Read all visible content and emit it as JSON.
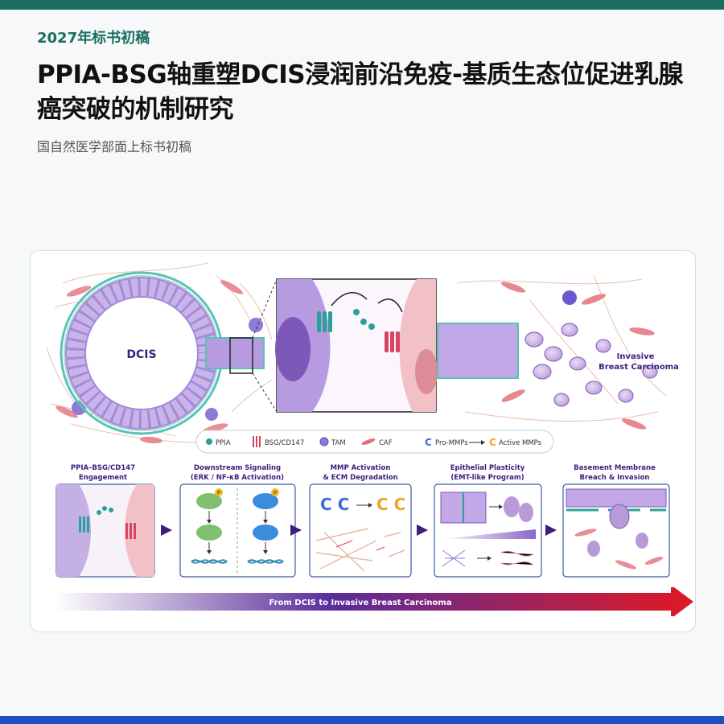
{
  "header": {
    "kicker": "2027年标书初稿",
    "title": "PPIA-BSG轴重塑DCIS浸润前沿免疫-基质生态位促进乳腺癌突破的机制研究",
    "subtitle": "国自然医学部面上标书初稿"
  },
  "figure": {
    "duct_label": "DCIS",
    "invasive_label_line1": "Invasive",
    "invasive_label_line2": "Breast Carcinoma",
    "legend": [
      {
        "label": "PPIA",
        "icon": "ppia-dot-icon",
        "color": "#2aa198"
      },
      {
        "label": "BSG/CD147",
        "icon": "receptor-icon",
        "color": "#d9455f"
      },
      {
        "label": "TAM",
        "icon": "tam-cell-icon",
        "color": "#6a5acd"
      },
      {
        "label": "CAF",
        "icon": "caf-cell-icon",
        "color": "#e0707a"
      },
      {
        "label": "Pro-MMPs",
        "icon": "pro-mmp-icon",
        "color": "#3a6fd8"
      },
      {
        "label": "Active MMPs",
        "icon": "active-mmp-icon",
        "color": "#f0a524"
      }
    ],
    "steps": [
      {
        "title1": "PPIA–BSG/CD147",
        "title2": "Engagement"
      },
      {
        "title1": "Downstream Signaling",
        "title2": "(ERK / NF-κB Activation)"
      },
      {
        "title1": "MMP Activation",
        "title2": "& ECM Degradation"
      },
      {
        "title1": "Epithelial Plasticity",
        "title2": "(EMT-like Program)"
      },
      {
        "title1": "Basement Membrane",
        "title2": "Breach & Invasion"
      }
    ],
    "phospho_label": "P",
    "progress_label": "From DCIS to Invasive Breast Carcinoma",
    "colors": {
      "teal": "#2aa198",
      "red": "#d9455f",
      "purple": "#7a5cc7",
      "navy": "#3b1f7a",
      "orange": "#f0a524",
      "blue": "#3a6fd8"
    }
  }
}
